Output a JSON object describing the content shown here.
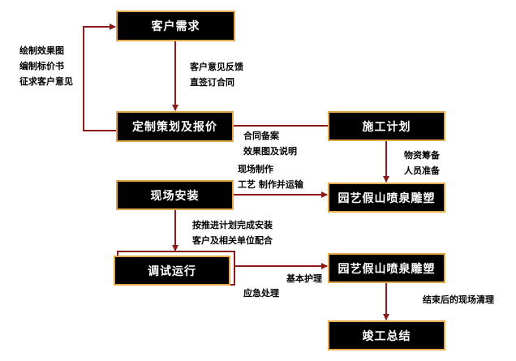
{
  "nodes": {
    "customer_demand": "客户需求",
    "custom_planning_quote": "定制策划及报价",
    "construction_plan": "施工计划",
    "onsite_install": "现场安装",
    "landscape_1": "园艺假山喷泉雕塑",
    "debug_run": "调试运行",
    "landscape_2": "园艺假山喷泉雕塑",
    "completion_summary": "竣工总结"
  },
  "labels": {
    "left_loop": [
      "绘制效果图",
      "编制标价书",
      "征求客户意见"
    ],
    "demand_to_quote": [
      "客户意见反馈",
      "直签订合同"
    ],
    "quote_to_plan": [
      "合同备案",
      "效果图及说明"
    ],
    "install_to_landscape": [
      "现场制作",
      "工艺 制作并运输"
    ],
    "plan_to_landscape": [
      "物资筹备",
      "人员准备"
    ],
    "install_to_debug": [
      "按推进计划完成安装",
      "客户及相关单位配合"
    ],
    "debug_to_landscape_top": "基本护理",
    "debug_to_landscape_bottom": "应急处理",
    "landscape_to_completion": "结束后的现场清理"
  },
  "colors": {
    "line": "#8b1a1a",
    "box_fill": "#000000",
    "box_border": "#e3a94a"
  }
}
